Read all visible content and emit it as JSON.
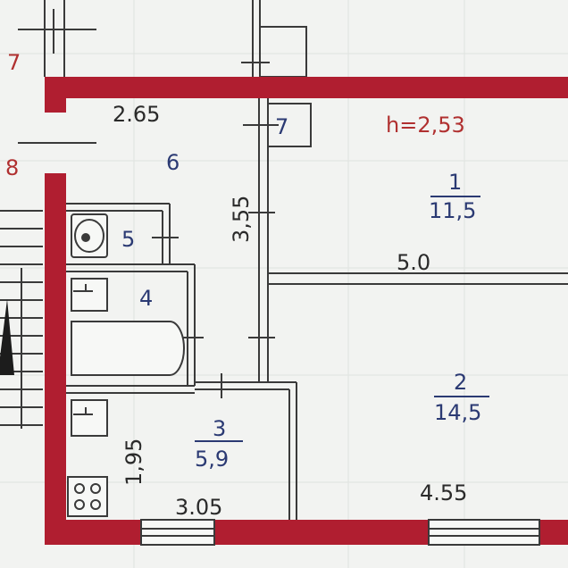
{
  "plan": {
    "ceiling_height": "h=2,53",
    "floor_labels": {
      "upper": "7",
      "lower": "8"
    },
    "rooms": [
      {
        "number": "1",
        "area": "11,5"
      },
      {
        "number": "2",
        "area": "14,5"
      },
      {
        "number": "3",
        "area": "5,9"
      },
      {
        "number": "4"
      },
      {
        "number": "5"
      },
      {
        "number": "6"
      },
      {
        "number": "7"
      }
    ],
    "dimensions": {
      "hall_width": "2.65",
      "hall_length": "3,55",
      "room1_width": "5.0",
      "kitchen_length": "1,95",
      "kitchen_width": "3.05",
      "room2_width": "4.55"
    },
    "colors": {
      "wall": "#b01e30",
      "line": "#3a3a3a",
      "room_text": "#2b3a73",
      "label_red": "#b03030",
      "paper": "#f2f3f1"
    }
  }
}
